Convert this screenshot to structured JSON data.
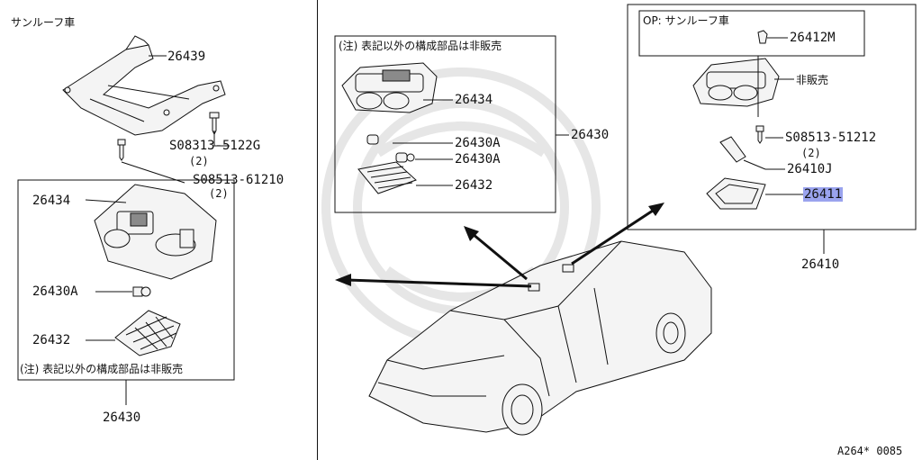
{
  "left_panel": {
    "title": "サンルーフ車",
    "bracket_part": "26439",
    "screw_1": "S08313-5122G",
    "screw_1_qty": "(2)",
    "screw_2": "S08513-61210",
    "screw_2_qty": "(2)",
    "lamp_part": "26434",
    "bulb_part": "26430A",
    "lens_part": "26432",
    "note": "(注) 表記以外の構成部品は非販売",
    "assembly_part": "26430"
  },
  "middle_panel": {
    "note": "(注) 表記以外の構成部品は非販売",
    "lamp_part": "26434",
    "bulb_part_1": "26430A",
    "bulb_part_2": "26430A",
    "lens_part": "26432",
    "assembly_part": "26430"
  },
  "right_panel": {
    "title": "OP: サンルーフ車",
    "clip_part": "26412M",
    "not_sold": "非販売",
    "screw": "S08513-51212",
    "screw_qty": "(2)",
    "bulb_part": "26410J",
    "lens_part": "26411",
    "assembly_part": "26410"
  },
  "diagram_code": "A264* 0085"
}
